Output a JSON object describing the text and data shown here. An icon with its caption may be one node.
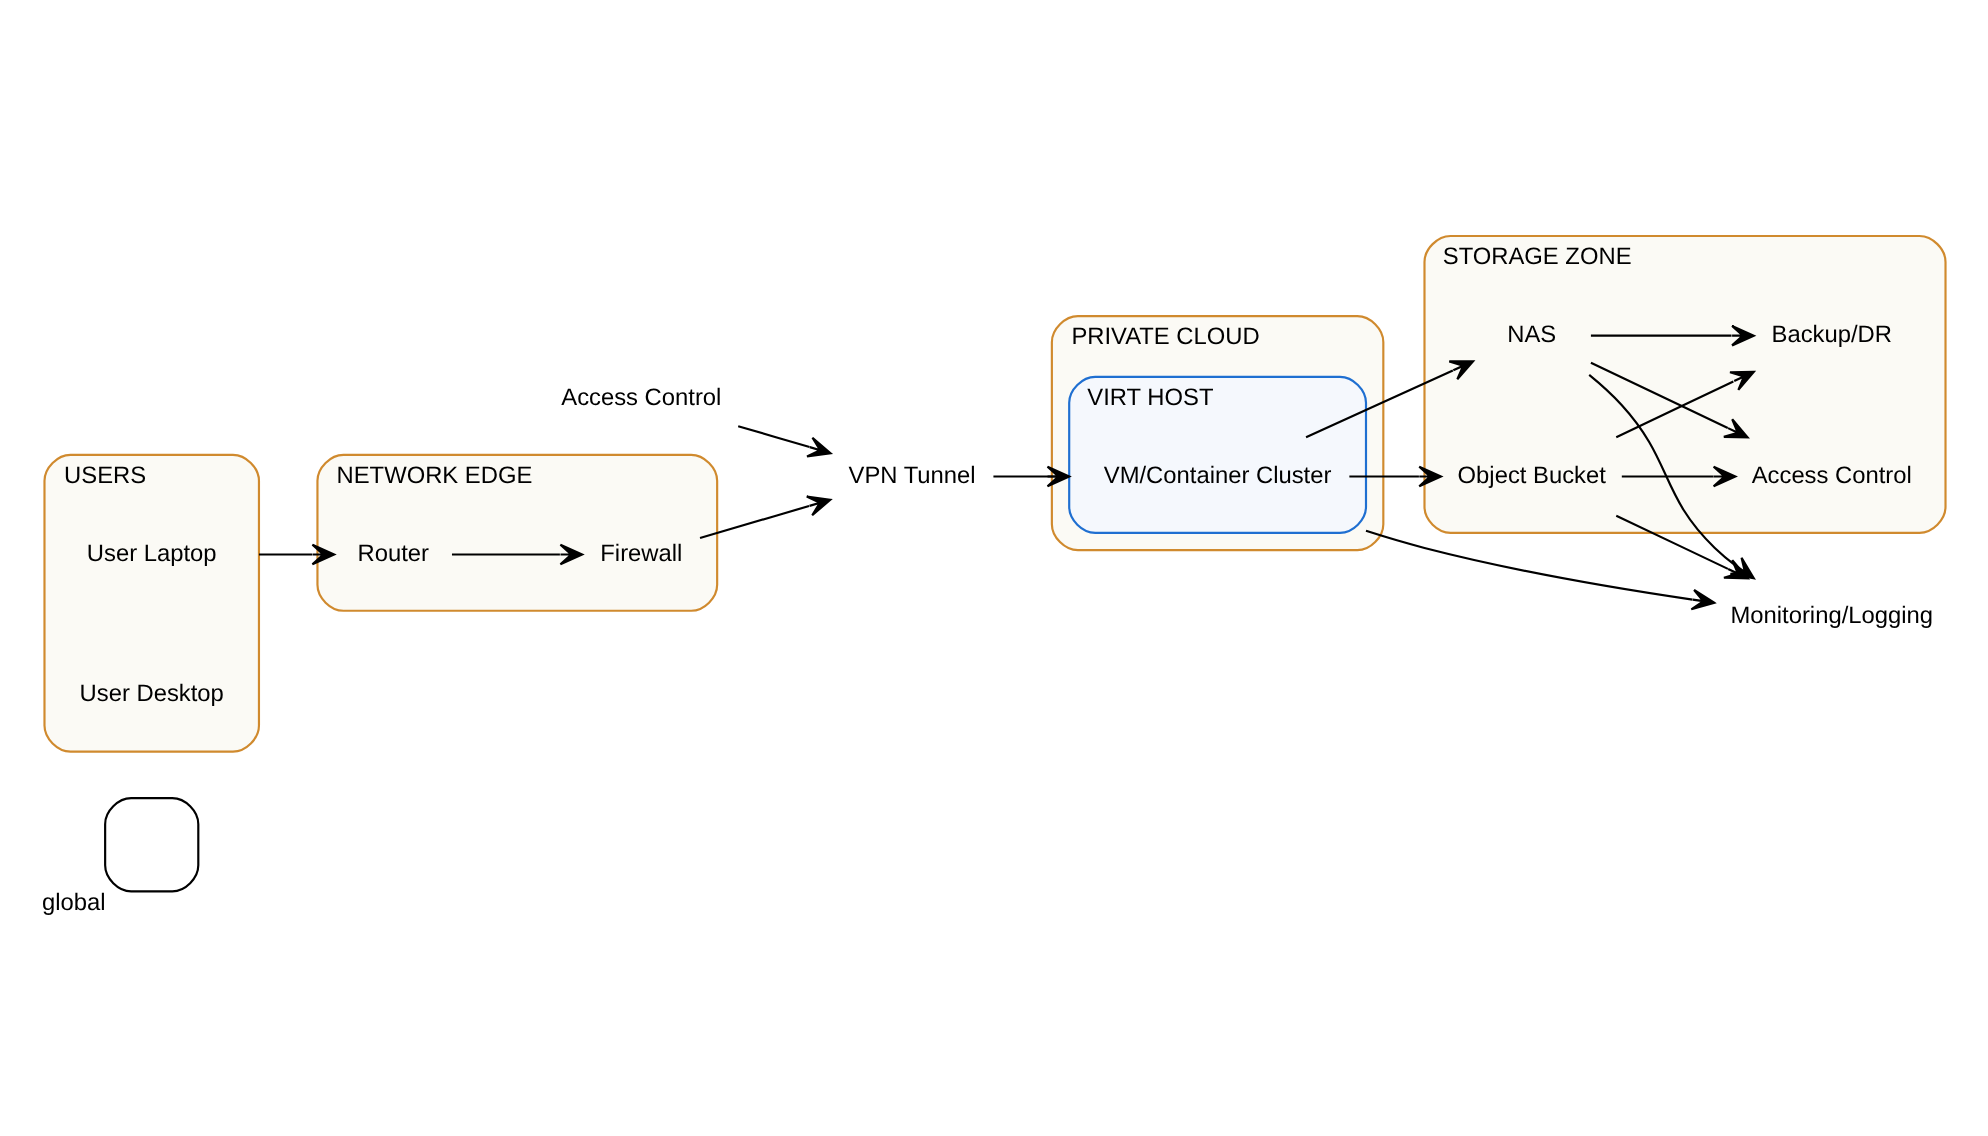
{
  "diagram": {
    "nodes": [
      {
        "text": [
          "global"
        ]
      },
      {
        "text": [
          "Access Control"
        ]
      },
      {
        "text": [
          "USERS"
        ]
      },
      {
        "text": [
          "User Laptop"
        ],
        "in": 2
      },
      {
        "text": [
          "User Desktop"
        ],
        "in": 2
      },
      {
        "text": [
          "NETWORK EDGE"
        ]
      },
      {
        "text": [
          "Router"
        ],
        "in": 5
      },
      {
        "text": [
          "Firewall"
        ],
        "in": 5
      },
      {
        "text": [
          "VPN Tunnel"
        ]
      },
      {
        "text": [
          "PRIVATE CLOUD"
        ]
      },
      {
        "text": [
          "VIRT HOST"
        ],
        "in": 9
      },
      {
        "text": [
          "VM/Container Cluster"
        ],
        "in": 10
      },
      {
        "text": [
          "Monitoring/Logging"
        ]
      },
      {
        "text": [
          "STORAGE ZONE"
        ]
      },
      {
        "text": [
          "NAS"
        ],
        "in": 13
      },
      {
        "text": [
          "Access Control"
        ],
        "in": 13
      },
      {
        "text": [
          "Object Bucket"
        ],
        "in": 13
      },
      {
        "text": [
          "Backup/DR"
        ],
        "in": 13
      }
    ],
    "edges": [
      {
        "from": 2,
        "to": 6,
        "arrow": "to"
      },
      {
        "from": 6,
        "to": 7,
        "arrow": "to"
      },
      {
        "from": 7,
        "to": 8,
        "arrow": "to"
      },
      {
        "from": 1,
        "to": 8,
        "arrow": "to"
      },
      {
        "from": 8,
        "to": 10,
        "arrow": "to"
      },
      {
        "from": 11,
        "to": 14,
        "arrow": "to"
      },
      {
        "from": 11,
        "to": 16,
        "arrow": "to"
      },
      {
        "from": 10,
        "to": 12,
        "arrow": "to"
      },
      {
        "from": 14,
        "to": 12,
        "arrow": "to"
      },
      {
        "from": 14,
        "to": 15,
        "arrow": "to"
      },
      {
        "from": 14,
        "to": 17,
        "arrow": "to"
      },
      {
        "from": 16,
        "to": 15,
        "arrow": "to"
      },
      {
        "from": 16,
        "to": 17,
        "arrow": "to"
      },
      {
        "from": 16,
        "to": 12,
        "arrow": "to"
      }
    ]
  }
}
